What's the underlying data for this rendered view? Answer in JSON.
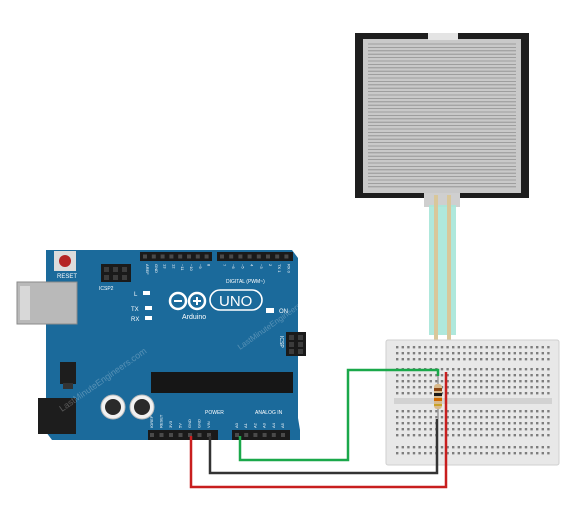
{
  "board": {
    "reset_label": "RESET",
    "icsp2_label": "ICSP2",
    "digital_label": "DIGITAL (PWM~)",
    "l_label": "L",
    "tx_label": "TX",
    "rx_label": "RX",
    "brand_label": "UNO",
    "sub_brand_label": "Arduino",
    "on_label": "ON",
    "icsp_label": "ICSP",
    "power_label": "POWER",
    "analog_label": "ANALOG IN",
    "power_pins": [
      "IOREF",
      "RESET",
      "3V3",
      "5V",
      "GND",
      "GND",
      "VIN"
    ],
    "analog_pins": [
      "A0",
      "A1",
      "A2",
      "A3",
      "A4",
      "A5"
    ],
    "digital_pins": [
      "AREF",
      "GND",
      "13",
      "12",
      "~11",
      "~10",
      "~9",
      "8",
      "7",
      "~6",
      "~5",
      "4",
      "~3",
      "2",
      "TX 1",
      "RX 0"
    ],
    "colors": {
      "pcb": "#1b6a9b",
      "pcb_dark": "#145a84",
      "header": "#1a1a1a"
    }
  },
  "sensor": {
    "colors": {
      "pad": "#c9c9c9",
      "frame": "#222222",
      "tail": "#9fe0d4"
    }
  },
  "breadboard": {
    "colors": {
      "body": "#e9e9e9",
      "hole": "#7d7d7d"
    }
  },
  "wires": {
    "colors": {
      "vcc": "#c81e1e",
      "gnd": "#333333",
      "signal": "#1aa84a"
    }
  },
  "watermark": "LastMinuteEngineers.com"
}
